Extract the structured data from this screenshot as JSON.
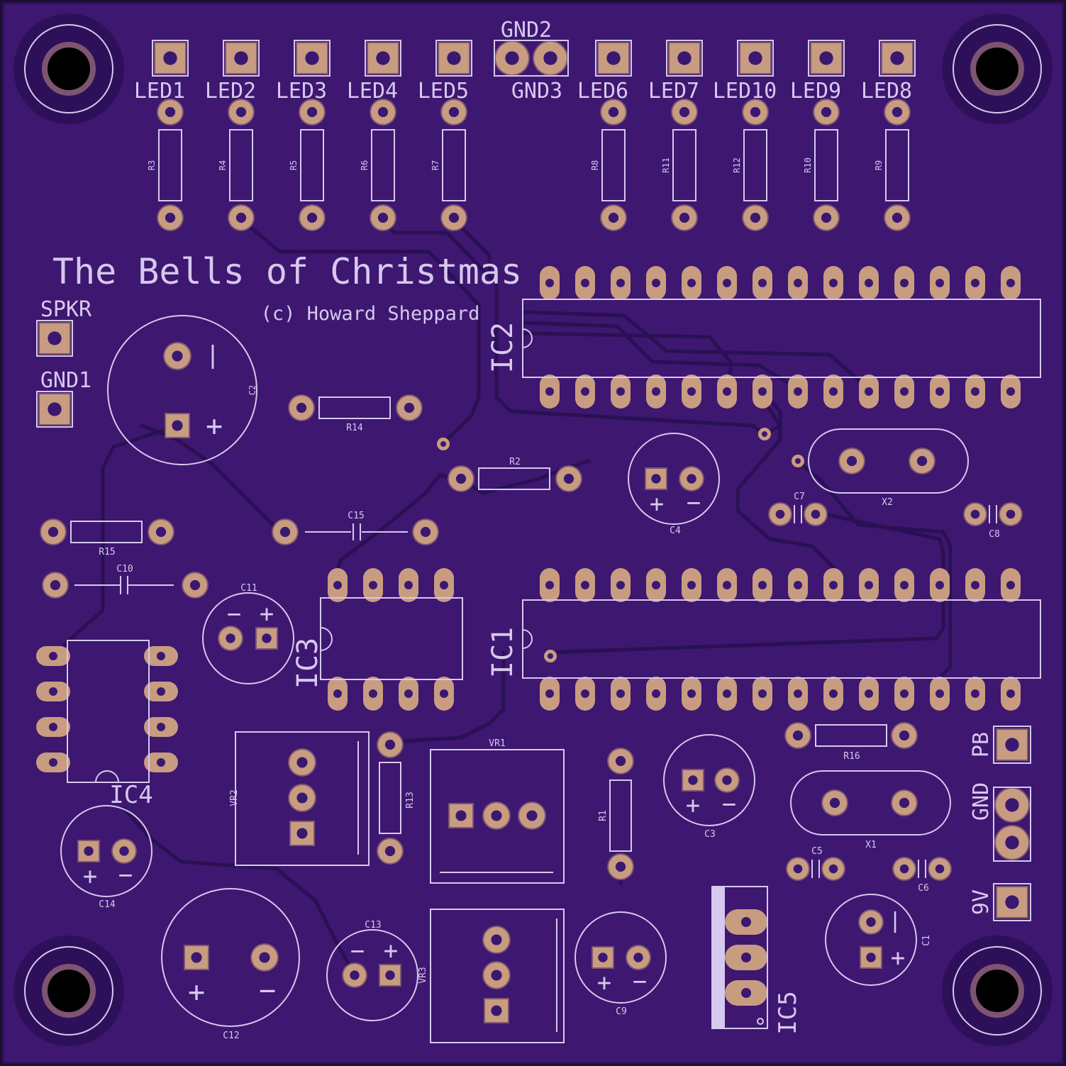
{
  "colors": {
    "board": "#3d1770",
    "silk": "#d6c8ee",
    "copper": "#c89c80",
    "mounting_hole": "#000000"
  },
  "title": "The Bells of Christmas",
  "copyright": "(c) Howard Sheppard",
  "labels": {
    "led_top": [
      "LED1",
      "LED2",
      "LED3",
      "LED4",
      "LED5"
    ],
    "led_top_right": [
      "LED6",
      "LED7",
      "LED10",
      "LED9",
      "LED8"
    ],
    "gnd2": "GND2",
    "gnd3": "GND3",
    "spkr": "SPKR",
    "gnd1": "GND1",
    "pb": "PB",
    "gnd": "GND",
    "nine_v": "9V"
  },
  "resistors_top": [
    "R3",
    "R4",
    "R5",
    "R6",
    "R7",
    "R8",
    "R11",
    "R12",
    "R10",
    "R9"
  ],
  "components": {
    "r14": "R14",
    "r2": "R2",
    "r15": "R15",
    "r16": "R16",
    "r13": "R13",
    "r1": "R1",
    "c2": "C2",
    "c4": "C4",
    "c7": "C7",
    "c8": "C8",
    "c15": "C15",
    "c10": "C10",
    "c11": "C11",
    "c14": "C14",
    "c12": "C12",
    "c13": "C13",
    "c9": "C9",
    "c3": "C3",
    "c5": "C5",
    "c6": "C6",
    "c1": "C1",
    "x1": "X1",
    "x2": "X2",
    "vr1": "VR1",
    "vr2": "VR2",
    "vr3": "VR3",
    "ic1": "IC1",
    "ic2": "IC2",
    "ic3": "IC3",
    "ic4": "IC4",
    "ic5": "IC5"
  },
  "polarity": {
    "plus": "+",
    "minus": "−"
  }
}
